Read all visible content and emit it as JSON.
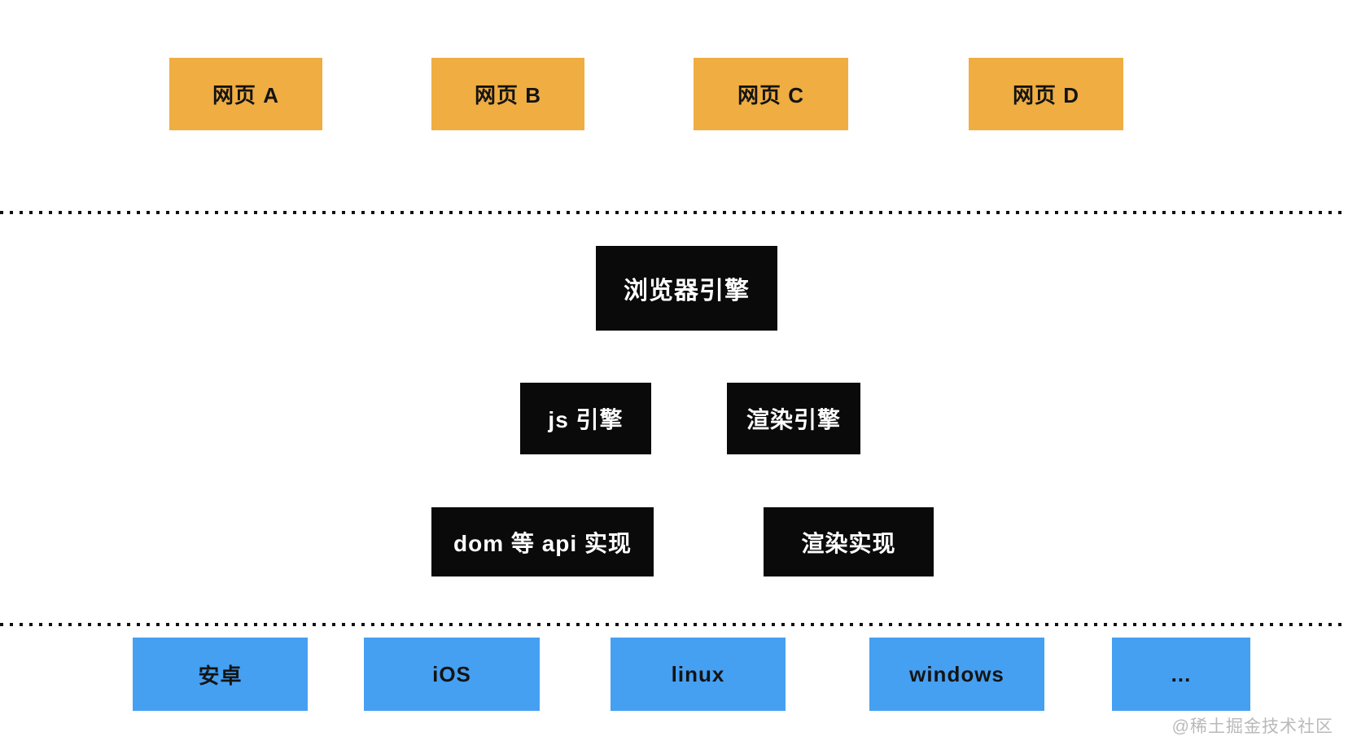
{
  "colors": {
    "orange": "#EFAD42",
    "blue": "#45A0F2",
    "black_box": "#0a0a0a",
    "divider": "#111111",
    "watermark": "#b9b9b9"
  },
  "layers": {
    "webpages": [
      {
        "label": "网页 A"
      },
      {
        "label": "网页 B"
      },
      {
        "label": "网页 C"
      },
      {
        "label": "网页 D"
      }
    ],
    "browser_engine": {
      "label": "浏览器引擎"
    },
    "engines": [
      {
        "label": "js 引擎"
      },
      {
        "label": "渲染引擎"
      }
    ],
    "implementations": [
      {
        "label": "dom 等 api 实现"
      },
      {
        "label": "渲染实现"
      }
    ],
    "platforms": [
      {
        "label": "安卓"
      },
      {
        "label": "iOS"
      },
      {
        "label": "linux"
      },
      {
        "label": "windows"
      },
      {
        "label": "..."
      }
    ]
  },
  "watermark": "@稀土掘金技术社区"
}
